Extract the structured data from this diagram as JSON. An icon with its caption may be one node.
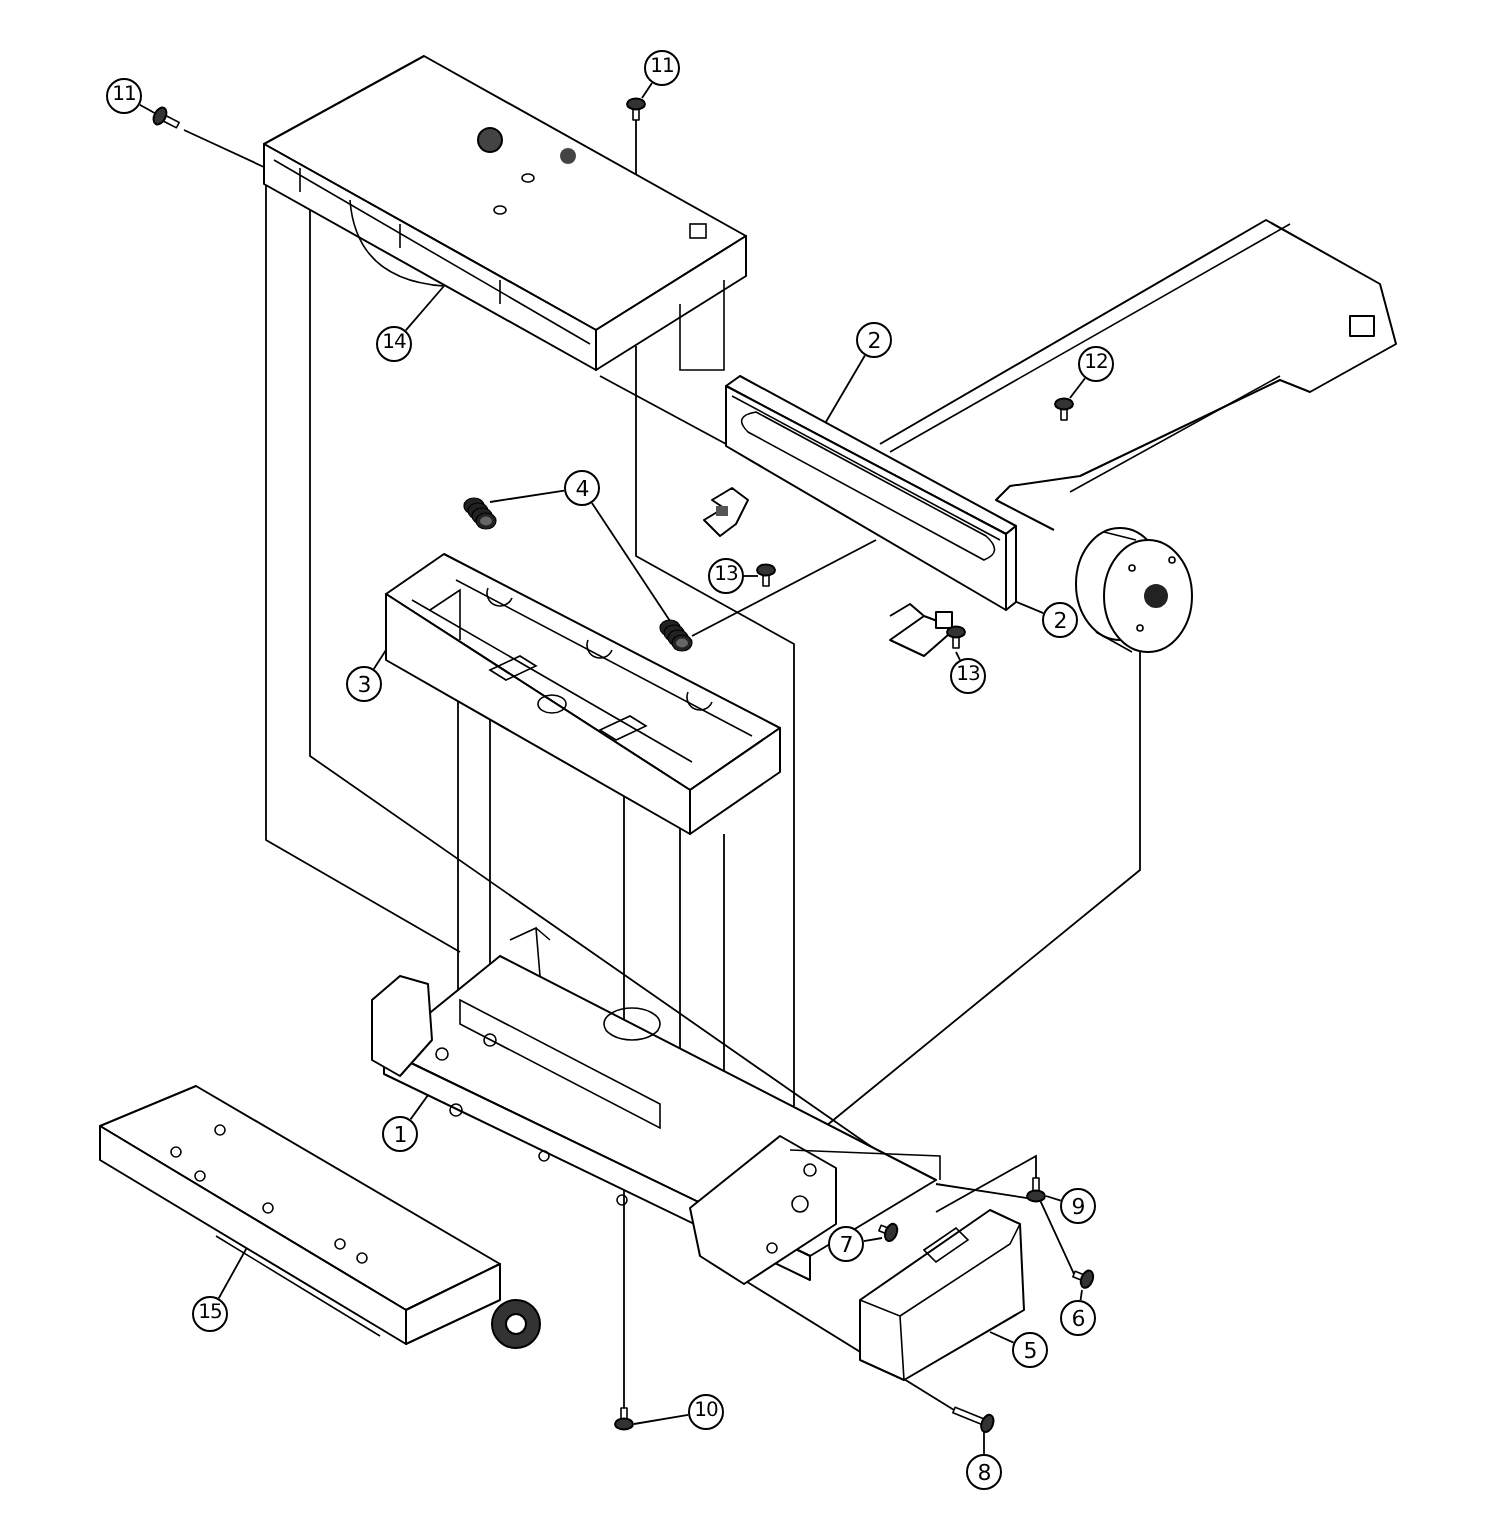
{
  "diagram": {
    "nodes": [
      {
        "text": [
          "11"
        ]
      },
      {
        "text": [
          "11"
        ]
      },
      {
        "text": [
          "14"
        ]
      },
      {
        "text": [
          "2"
        ]
      },
      {
        "text": [
          "12"
        ]
      },
      {
        "text": [
          "4"
        ]
      },
      {
        "text": [
          "13"
        ]
      },
      {
        "text": [
          "2"
        ]
      },
      {
        "text": [
          "3"
        ]
      },
      {
        "text": [
          "13"
        ]
      },
      {
        "text": [
          "1"
        ]
      },
      {
        "text": [
          "9"
        ]
      },
      {
        "text": [
          "7"
        ]
      },
      {
        "text": [
          "6"
        ]
      },
      {
        "text": [
          "15"
        ]
      },
      {
        "text": [
          "5"
        ]
      },
      {
        "text": [
          "10"
        ]
      },
      {
        "text": [
          "8"
        ]
      },
      {
        "text": [],
        "shape": "screw"
      },
      {
        "text": [],
        "shape": "screw"
      },
      {
        "text": [],
        "shape": "picture"
      },
      {
        "text": [],
        "shape": "picture"
      },
      {
        "text": [],
        "shape": "screw"
      },
      {
        "text": [],
        "shape": "picture"
      },
      {
        "text": [],
        "shape": "picture"
      },
      {
        "text": [],
        "shape": "screw"
      },
      {
        "text": [],
        "shape": "screw"
      },
      {
        "text": [],
        "shape": "picture"
      },
      {
        "text": [],
        "shape": "picture"
      },
      {
        "text": [],
        "shape": "screw"
      },
      {
        "text": [],
        "shape": "screw"
      },
      {
        "text": [],
        "shape": "screw"
      },
      {
        "text": [],
        "shape": "picture"
      },
      {
        "text": [],
        "shape": "picture"
      },
      {
        "text": [],
        "shape": "screw"
      },
      {
        "text": [],
        "shape": "screw"
      },
      {
        "text": [],
        "shape": "picture"
      }
    ],
    "edges": [
      {
        "from": 0,
        "to": 18,
        "arrow": "none"
      },
      {
        "from": 1,
        "to": 19,
        "arrow": "none"
      },
      {
        "from": 2,
        "to": 20,
        "arrow": "none"
      },
      {
        "from": 3,
        "to": 21,
        "arrow": "none"
      },
      {
        "from": 4,
        "to": 22,
        "arrow": "none"
      },
      {
        "from": 5,
        "to": 23,
        "arrow": "none"
      },
      {
        "from": 5,
        "to": 24,
        "arrow": "none"
      },
      {
        "from": 6,
        "to": 25,
        "arrow": "none"
      },
      {
        "from": 7,
        "to": 21,
        "arrow": "none"
      },
      {
        "from": 8,
        "to": 27,
        "arrow": "none"
      },
      {
        "from": 9,
        "to": 26,
        "arrow": "none"
      },
      {
        "from": 10,
        "to": 28,
        "arrow": "none"
      },
      {
        "from": 11,
        "to": 29,
        "arrow": "none"
      },
      {
        "from": 12,
        "to": 30,
        "arrow": "none"
      },
      {
        "from": 13,
        "to": 31,
        "arrow": "none"
      },
      {
        "from": 14,
        "to": 32,
        "arrow": "none"
      },
      {
        "from": 15,
        "to": 33,
        "arrow": "none"
      },
      {
        "from": 16,
        "to": 34,
        "arrow": "none"
      },
      {
        "from": 17,
        "to": 35,
        "arrow": "none"
      },
      {
        "from": 20,
        "to": 28,
        "arrow": "none"
      },
      {
        "from": 20,
        "to": 28,
        "arrow": "none"
      },
      {
        "from": 20,
        "to": 28,
        "arrow": "none"
      },
      {
        "from": 27,
        "to": 28,
        "arrow": "none"
      },
      {
        "from": 27,
        "to": 28,
        "arrow": "none"
      },
      {
        "from": 27,
        "to": 28,
        "arrow": "none"
      },
      {
        "from": 27,
        "to": 28,
        "arrow": "none"
      },
      {
        "from": 27,
        "to": 28,
        "arrow": "none"
      },
      {
        "from": 36,
        "to": 28,
        "arrow": "none"
      },
      {
        "from": 21,
        "to": 24,
        "arrow": "none"
      },
      {
        "from": 20,
        "to": 21,
        "arrow": "none"
      },
      {
        "from": 29,
        "to": 28,
        "arrow": "none"
      },
      {
        "from": 28,
        "to": 35,
        "arrow": "none"
      },
      {
        "from": 28,
        "to": 31,
        "arrow": "none"
      },
      {
        "from": 18,
        "to": 20,
        "arrow": "none"
      },
      {
        "from": 19,
        "to": 20,
        "arrow": "none"
      },
      {
        "from": 28,
        "to": 34,
        "arrow": "none"
      }
    ]
  }
}
